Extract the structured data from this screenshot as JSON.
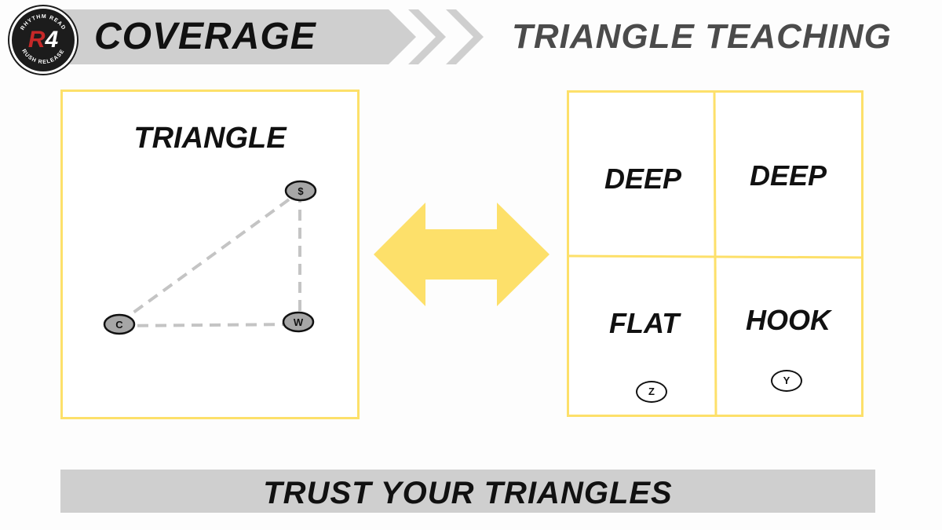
{
  "header": {
    "logo": {
      "mark_letter": "R",
      "mark_number": "4",
      "ring_top": "RHYTHM READ",
      "ring_bottom": "RUSH RELEASE"
    },
    "title": "COVERAGE",
    "subtitle": "TRIANGLE TEACHING"
  },
  "left_panel": {
    "title": "TRIANGLE",
    "players": [
      {
        "id": "safety",
        "label": "$"
      },
      {
        "id": "corner",
        "label": "C"
      },
      {
        "id": "will",
        "label": "W"
      }
    ]
  },
  "right_panel": {
    "zones": [
      {
        "id": "deep-left",
        "label": "DEEP"
      },
      {
        "id": "deep-right",
        "label": "DEEP"
      },
      {
        "id": "flat",
        "label": "FLAT"
      },
      {
        "id": "hook",
        "label": "HOOK"
      }
    ],
    "players": [
      {
        "id": "z",
        "label": "Z"
      },
      {
        "id": "y",
        "label": "Y"
      }
    ]
  },
  "footer": {
    "text": "TRUST YOUR TRIANGLES"
  },
  "colors": {
    "accent_yellow": "#fde06a",
    "bar_gray": "#cfcfcf",
    "dashed_line": "#c4c4c4",
    "player_fill": "#a6a6a6",
    "logo_red": "#c62828"
  }
}
